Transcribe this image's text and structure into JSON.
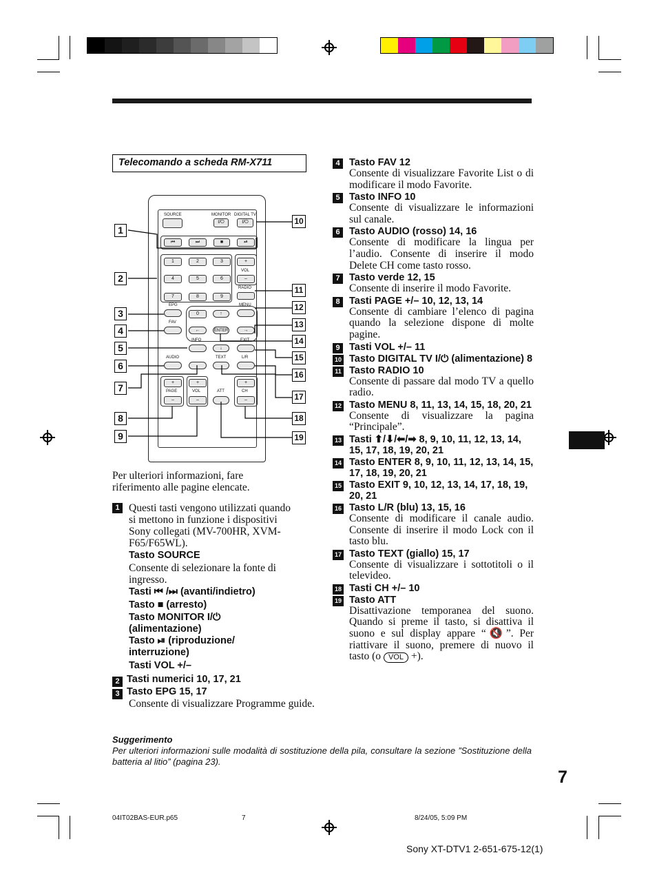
{
  "box_title": "Telecomando a scheda RM-X711",
  "remote_labels": {
    "source": "SOURCE",
    "monitor": "MONITOR",
    "digital_tv": "DIGITAL TV",
    "vol": "VOL",
    "radio": "RADIO",
    "epg": "EPG",
    "menu": "MENU",
    "fav": "FAV",
    "enter": "ENTER",
    "info": "INFO",
    "exit": "EXIT",
    "audio": "AUDIO",
    "text": "TEXT",
    "lr": "L/R",
    "page": "PAGE",
    "att": "ATT",
    "ch": "CH",
    "digits": [
      "1",
      "2",
      "3",
      "4",
      "5",
      "6",
      "7",
      "8",
      "9",
      "0"
    ],
    "plus": "+",
    "minus": "–"
  },
  "callouts": [
    "1",
    "2",
    "3",
    "4",
    "5",
    "6",
    "7",
    "8",
    "9",
    "10",
    "11",
    "12",
    "13",
    "14",
    "15",
    "16",
    "17",
    "18",
    "19"
  ],
  "intro": "Per ulteriori informazioni, fare riferimento alle pagine elencate.",
  "left_items": {
    "i1_text": "Questi tasti vengono utilizzati quando si mettono in funzione i dispositivi Sony collegati (MV-700HR, XVM-F65/F65WL).",
    "source_title": "Tasto SOURCE",
    "source_desc": "Consente di selezionare la fonte di ingresso.",
    "skip_title": "Tasti ⏮ /⏭ (avanti/indietro)",
    "stop_title": "Tasto ■ (arresto)",
    "monitor_title": "Tasto MONITOR I/⏻ (alimentazione)",
    "play_title": "Tasto ⏯ (riproduzione/ interruzione)",
    "vol_title": "Tasti VOL +/–",
    "i2_title": "Tasti numerici 10, 17, 21",
    "i3_title": "Tasto EPG 15, 17",
    "i3_desc": "Consente di visualizzare Programme guide."
  },
  "right_items": [
    {
      "n": "4",
      "title": "Tasto FAV 12",
      "desc": "Consente di visualizzare Favorite List o di modificare il modo Favorite."
    },
    {
      "n": "5",
      "title": "Tasto INFO 10",
      "desc": "Consente di visualizzare le informazioni sul canale."
    },
    {
      "n": "6",
      "title": "Tasto AUDIO (rosso) 14, 16",
      "desc": "Consente di modificare la lingua per l’audio. Consente di inserire il modo Delete CH come tasto rosso."
    },
    {
      "n": "7",
      "title": "Tasto verde 12, 15",
      "desc": "Consente di inserire il modo Favorite."
    },
    {
      "n": "8",
      "title": "Tasti PAGE +/– 10, 12, 13, 14",
      "desc": "Consente di cambiare l’elenco di pagina quando la selezione dispone di molte pagine."
    },
    {
      "n": "9",
      "title": "Tasti VOL +/– 11",
      "desc": ""
    },
    {
      "n": "10",
      "title": "Tasto DIGITAL TV I/⏻ (alimentazione) 8",
      "desc": ""
    },
    {
      "n": "11",
      "title": "Tasto RADIO 10",
      "desc": "Consente di passare dal modo TV a quello radio."
    },
    {
      "n": "12",
      "title": "Tasto MENU 8, 11, 13, 14, 15, 18, 20, 21",
      "desc": "Consente di visualizzare la pagina “Principale”."
    },
    {
      "n": "13",
      "title": "Tasti ⬆/⬇/⬅/➡ 8, 9, 10, 11, 12, 13, 14, 15, 17, 18, 19, 20, 21",
      "desc": ""
    },
    {
      "n": "14",
      "title": "Tasto ENTER 8, 9, 10, 11, 12, 13, 14, 15, 17, 18, 19, 20, 21",
      "desc": ""
    },
    {
      "n": "15",
      "title": "Tasto EXIT 9, 10, 12, 13, 14, 17, 18, 19, 20, 21",
      "desc": ""
    },
    {
      "n": "16",
      "title": "Tasto L/R (blu) 13, 15, 16",
      "desc": "Consente di modificare il canale audio. Consente di inserire il modo Lock con il tasto blu."
    },
    {
      "n": "17",
      "title": "Tasto TEXT (giallo) 15, 17",
      "desc": "Consente di visualizzare i sottotitoli o il televideo."
    },
    {
      "n": "18",
      "title": "Tasti CH +/– 10",
      "desc": ""
    },
    {
      "n": "19",
      "title": "Tasto ATT",
      "desc": "Disattivazione temporanea del suono. Quando si preme il tasto, si disattiva il suono e sul display appare “🔇”. Per riattivare il suono, premere di nuovo il tasto (o"
    }
  ],
  "vol_pill": "VOL",
  "att_desc_end": "+).",
  "tip_title": "Suggerimento",
  "tip_text": "Per ulteriori informazioni sulle modalità di sostituzione della pila, consultare la sezione ”Sostituzione della batteria al litio” (pagina 23).",
  "page_number": "7",
  "footer_file": "04IT02BAS-EUR.p65",
  "footer_page": "7",
  "footer_date": "8/24/05, 5:09 PM",
  "model_line": "Sony XT-DTV1   2-651-675-12(1)",
  "colors": {
    "gray_bars": [
      "#000000",
      "#141414",
      "#1f1f1f",
      "#2b2b2b",
      "#3d3d3d",
      "#545454",
      "#6b6b6b",
      "#878787",
      "#a3a3a3",
      "#c4c4c4",
      "#ffffff"
    ],
    "color_bars": [
      "#ffef00",
      "#e6007e",
      "#00a0e9",
      "#009944",
      "#e60012",
      "#231815",
      "#fff799",
      "#f19ec2",
      "#7ecef4",
      "#9fa0a0"
    ]
  }
}
